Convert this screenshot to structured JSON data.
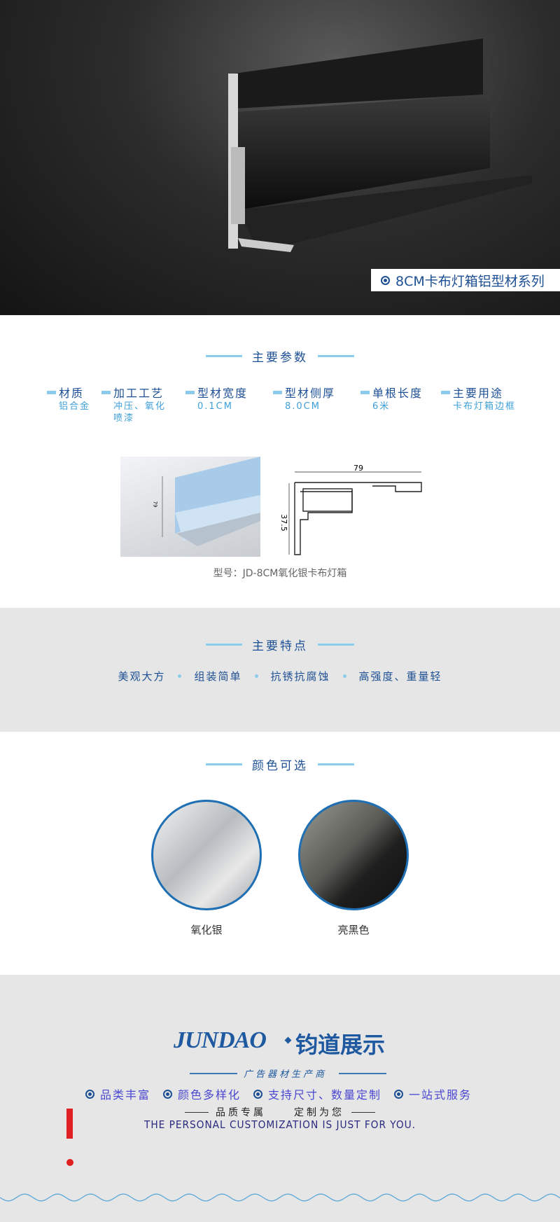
{
  "hero": {
    "label": "8CM卡布灯箱铝型材系列"
  },
  "params": {
    "title": "主要参数",
    "items": [
      {
        "label": "材质",
        "value": "铝合金"
      },
      {
        "label": "加工工艺",
        "value": "冲压、氧化",
        "value2": "喷漆"
      },
      {
        "label": "型材宽度",
        "value": "0.1CM"
      },
      {
        "label": "型材侧厚",
        "value": "8.0CM"
      },
      {
        "label": "单根长度",
        "value": "6米"
      },
      {
        "label": "主要用途",
        "value": "卡布灯箱边框"
      }
    ],
    "photo_dim": "79",
    "diagram_width": "79",
    "diagram_height": "37.5",
    "caption": "型号：JD-8CM氧化银卡布灯箱"
  },
  "features": {
    "title": "主要特点",
    "items": [
      "美观大方",
      "组装简单",
      "抗锈抗腐蚀",
      "高强度、重量轻"
    ]
  },
  "colors": {
    "title": "颜色可选",
    "items": [
      "氧化银",
      "亮黑色"
    ]
  },
  "footer": {
    "brand_en": "JUNDAO",
    "brand_cn": "钧道展示",
    "tagline": "广告器材生产商",
    "bullets": [
      "品类丰富",
      "颜色多样化",
      "支持尺寸、数量定制",
      "一站式服务"
    ],
    "slogan_left": "品质专属",
    "slogan_right": "定制为您",
    "english": "THE PERSONAL CUSTOMIZATION IS JUST FOR YOU."
  },
  "colors_hex": {
    "accent": "#1d4f94",
    "light": "#8ccbeb",
    "red": "#e02020"
  }
}
